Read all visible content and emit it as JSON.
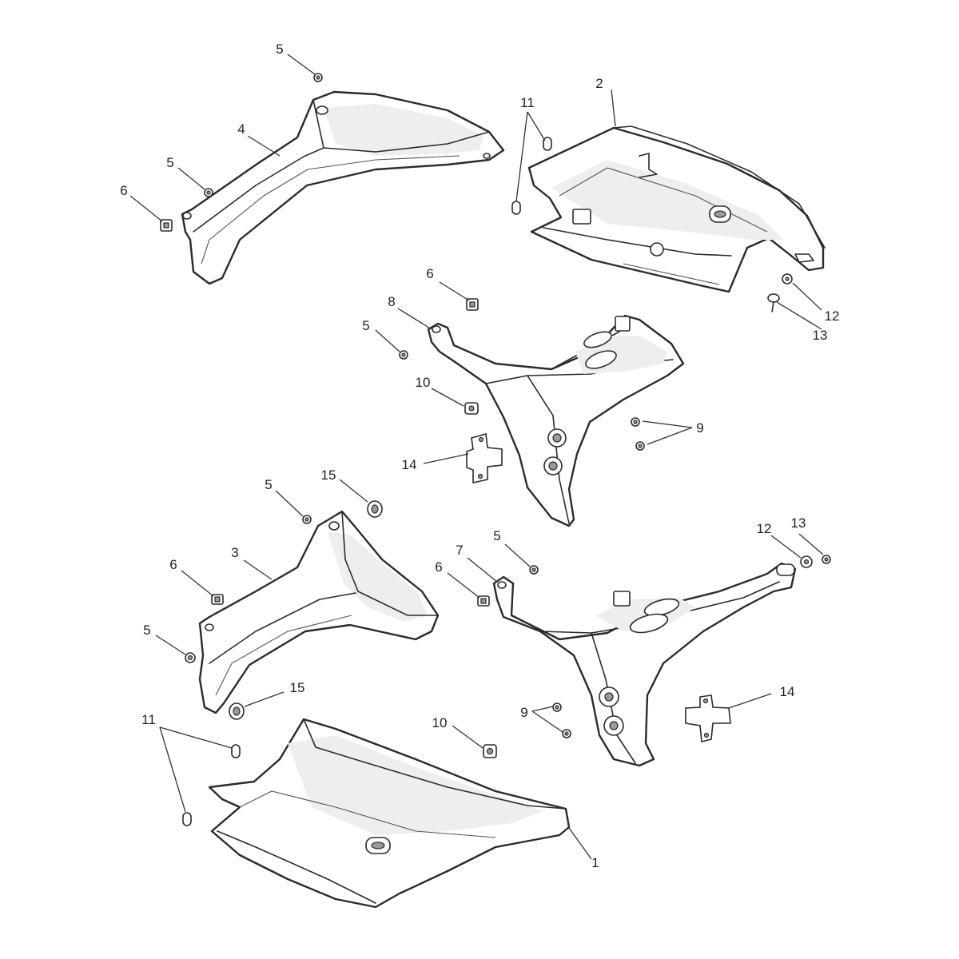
{
  "diagram": {
    "callouts": [
      "1",
      "2",
      "3",
      "4",
      "5",
      "6",
      "7",
      "8",
      "9",
      "10",
      "11",
      "12",
      "13",
      "14",
      "15"
    ],
    "parts": [
      {
        "id": "1",
        "icon": "lower-side-panel"
      },
      {
        "id": "2",
        "icon": "upper-side-panel"
      },
      {
        "id": "3",
        "icon": "lower-infill-trim"
      },
      {
        "id": "4",
        "icon": "upper-infill-trim"
      },
      {
        "id": "5",
        "icon": "screw-icon"
      },
      {
        "id": "6",
        "icon": "spire-nut-icon"
      },
      {
        "id": "7",
        "icon": "lower-mounting-bracket"
      },
      {
        "id": "8",
        "icon": "upper-mounting-bracket"
      },
      {
        "id": "9",
        "icon": "screw-icon"
      },
      {
        "id": "10",
        "icon": "clip-nut-icon"
      },
      {
        "id": "11",
        "icon": "grommet-icon"
      },
      {
        "id": "12",
        "icon": "washer-icon"
      },
      {
        "id": "13",
        "icon": "bolt-icon"
      },
      {
        "id": "14",
        "icon": "clip-bracket-icon"
      },
      {
        "id": "15",
        "icon": "rubber-bush-icon"
      }
    ],
    "colors": {
      "line": "#2b2b2b",
      "fill": "#ffffff",
      "shade": "#eeeeee"
    }
  }
}
